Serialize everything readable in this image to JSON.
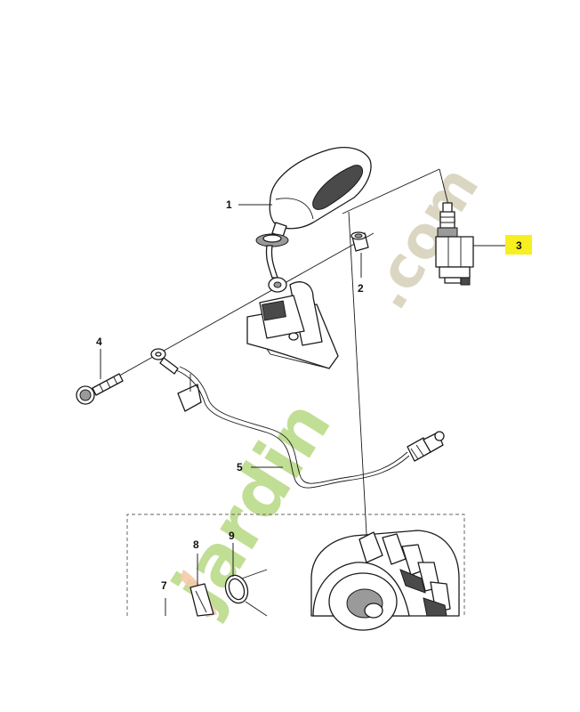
{
  "diagram": {
    "labels": {
      "p1": "1",
      "p2": "2",
      "p3": "3",
      "p4": "4",
      "p5": "5",
      "p7": "7",
      "p8": "8",
      "p9": "9"
    },
    "highlighted_part": "3",
    "highlight_color": "#f7ef1f",
    "watermark": {
      "text_green": "jardin",
      "text_gray": ".com",
      "color_green": "#b6d982",
      "color_gray": "#d5cfb8",
      "logo_accent": "#f2c19a"
    }
  }
}
